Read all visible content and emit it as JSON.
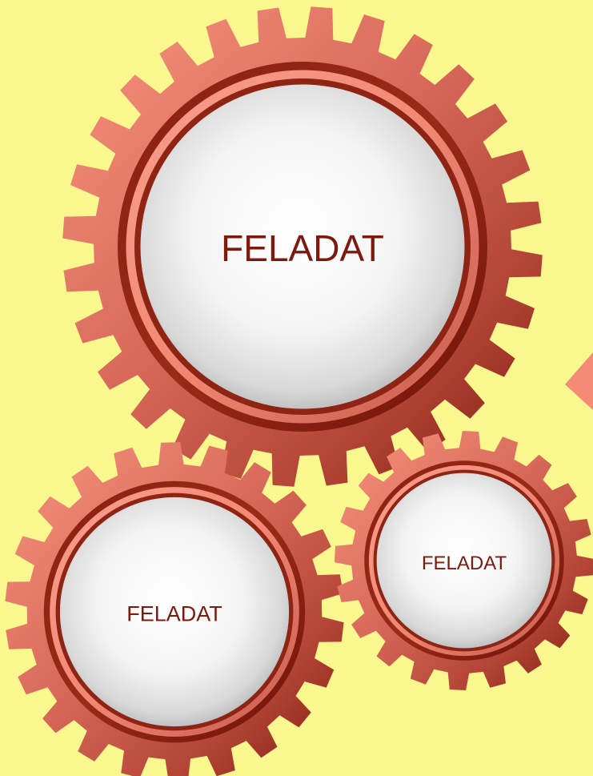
{
  "colors": {
    "background": "#fbf78f",
    "gear_light": "#f58a78",
    "gear_mid": "#c9584a",
    "gear_dark": "#7d1a0d",
    "face_light": "#ffffff",
    "face_dark": "#bdbdbd",
    "label": "#7d1a0d"
  },
  "gears": [
    {
      "name": "gear-large",
      "label": "FELADAT"
    },
    {
      "name": "gear-small-left",
      "label": "FELADAT"
    },
    {
      "name": "gear-small-right",
      "label": "FELADAT"
    }
  ],
  "decorations": {
    "right_edge_pointer": "triangle"
  }
}
